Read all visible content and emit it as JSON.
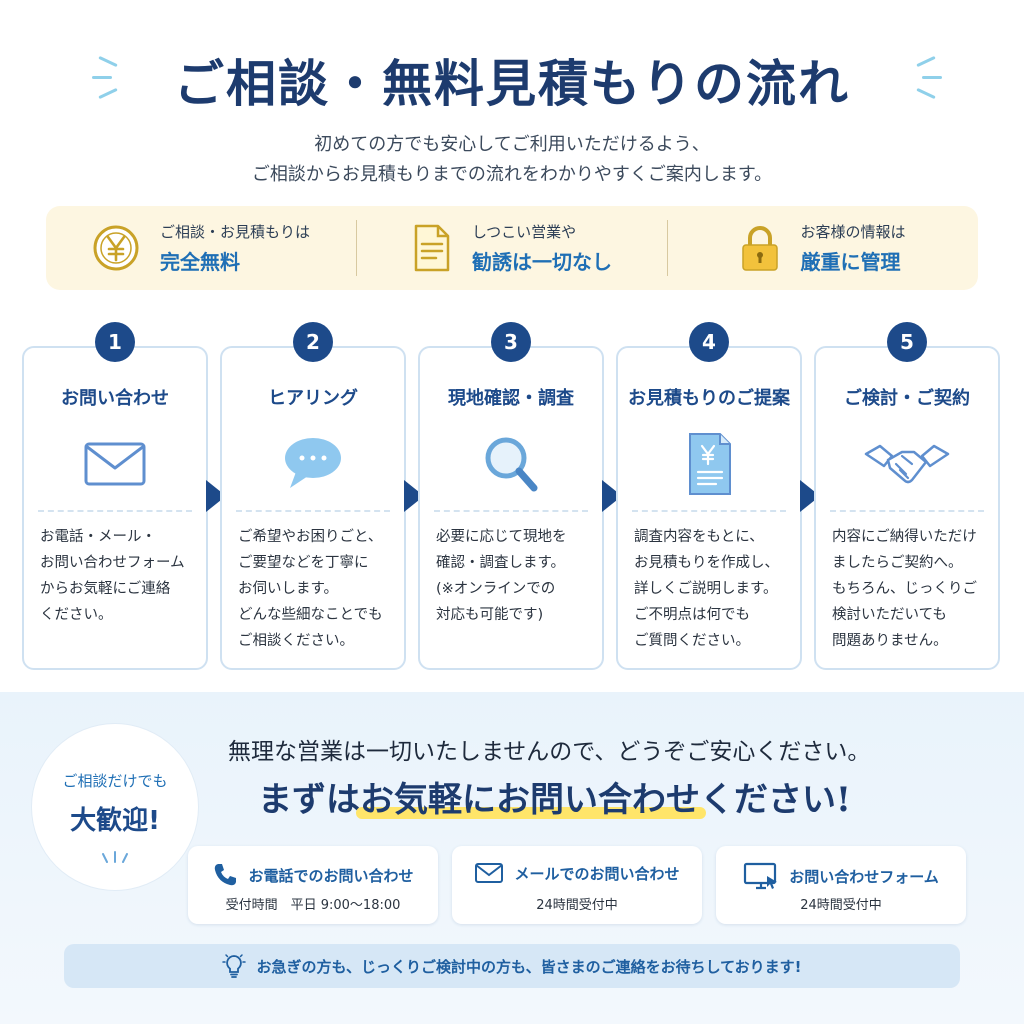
{
  "header": {
    "title": "ご相談・無料見積もりの流れ",
    "subtitle_line1": "初めての方でも安心してご利用いただけるよう、",
    "subtitle_line2": "ご相談からお見積もりまでの流れをわかりやすくご案内します。"
  },
  "features": [
    {
      "icon": "yen-coin-icon",
      "small": "ご相談・お見積もりは",
      "big": "完全無料"
    },
    {
      "icon": "document-icon",
      "small": "しつこい営業や",
      "big": "勧誘は一切なし"
    },
    {
      "icon": "padlock-icon",
      "small": "お客様の情報は",
      "big": "厳重に管理"
    }
  ],
  "steps": [
    {
      "num": "1",
      "title": "お問い合わせ",
      "icon": "envelope-icon",
      "body": "お電話・メール・\nお問い合わせフォーム\nからお気軽にご連絡\nください。"
    },
    {
      "num": "2",
      "title": "ヒアリング",
      "icon": "speech-bubble-icon",
      "body": "ご希望やお困りごと、\nご要望などを丁寧に\nお伺いします。\nどんな些細なことでも\nご相談ください。"
    },
    {
      "num": "3",
      "title": "現地確認・調査",
      "icon": "magnifier-icon",
      "body": "必要に応じて現地を\n確認・調査します。\n(※オンラインでの\n対応も可能です)"
    },
    {
      "num": "4",
      "title": "お見積もりのご提案",
      "icon": "estimate-document-icon",
      "body": "調査内容をもとに、\nお見積もりを作成し、\n詳しくご説明します。\nご不明点は何でも\nご質問ください。"
    },
    {
      "num": "5",
      "title": "ご検討・ご契約",
      "icon": "handshake-icon",
      "body": "内容にご納得いただけ\nましたらご契約へ。\nもちろん、じっくりご\n検討いただいても\n問題ありません。"
    }
  ],
  "badge": {
    "small": "ご相談だけでも",
    "big": "大歓迎!"
  },
  "message": {
    "line1": "無理な営業は一切いたしませんので、どうぞご安心ください。",
    "line2_pre": "まずは",
    "line2_highlight": "お気軽にお問い合わせ",
    "line2_post": "ください!"
  },
  "contacts": [
    {
      "icon": "phone-icon",
      "title": "お電話でのお問い合わせ",
      "sub": "受付時間　平日 9:00〜18:00"
    },
    {
      "icon": "mail-icon",
      "title": "メールでのお問い合わせ",
      "sub": "24時間受付中"
    },
    {
      "icon": "monitor-icon",
      "title": "お問い合わせフォーム",
      "sub": "24時間受付中"
    }
  ],
  "notice": {
    "icon": "lightbulb-icon",
    "text": "お急ぎの方も、じっくりご検討中の方も、皆さまのご連絡をお待ちしております!"
  },
  "colors": {
    "navy": "#1d4a8a",
    "blue": "#1f6fb5",
    "gold": "#c9a227",
    "highlight": "#ffe56a"
  }
}
